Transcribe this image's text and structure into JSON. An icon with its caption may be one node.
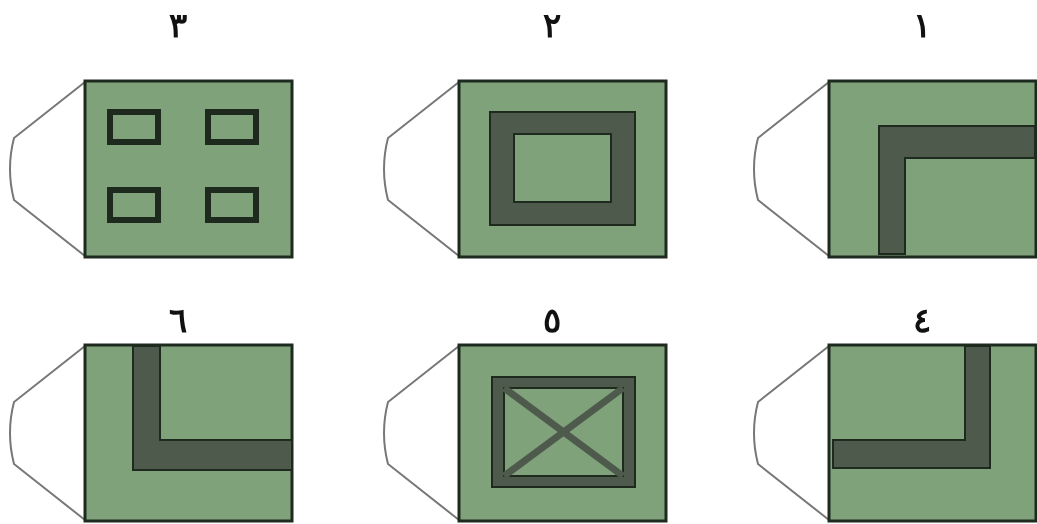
{
  "diagram": {
    "nodes": [
      {
        "text": [
          "١"
        ]
      },
      {
        "text": [
          "٢"
        ]
      },
      {
        "text": [
          "٣"
        ]
      },
      {
        "text": [
          "٤"
        ]
      },
      {
        "text": [
          "٥"
        ]
      },
      {
        "text": [
          "٦"
        ]
      }
    ]
  }
}
